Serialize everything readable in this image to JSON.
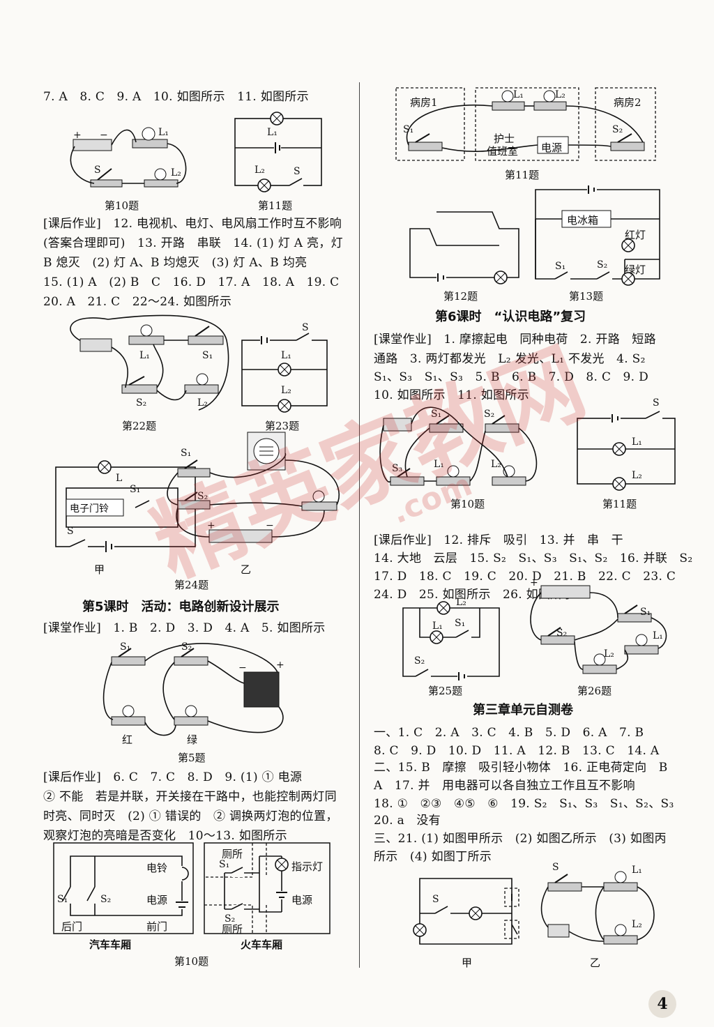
{
  "left": {
    "l1": "7. A　8. C　9. A　10. 如图所示　11. 如图所示",
    "cap10": "第10题",
    "cap11": "第11题",
    "l2": "[课后作业]　12. 电视机、电灯、电风扇工作时互不影响",
    "l3": "(答案合理即可)　13. 开路　串联　14. (1) 灯 A 亮，灯",
    "l4": "B 熄灭　(2) 灯 A、B 均熄灭　(3) 灯 A、B 均亮",
    "l5": "15. (1) A　(2) B　C　16. D　17. A　18. A　19. C",
    "l6": "20. A　21. C　22～24. 如图所示",
    "cap22": "第22题",
    "cap23": "第23题",
    "cap_jia": "甲",
    "cap_yi": "乙",
    "cap24": "第24题",
    "head5": "第5课时　活动：电路创新设计展示",
    "l7": "[课堂作业]　1. B　2. D　3. D　4. A　5. 如图所示",
    "cap5": "第5题",
    "red": "红",
    "green": "绿",
    "l8": "[课后作业]　6. C　7. C　8. D　9. (1) ① 电源",
    "l9": "② 不能　若是并联，开关接在干路中，也能控制两灯同",
    "l10": "时亮、同时灭　(2) ① 错误的　② 调换两灯泡的位置，",
    "l11": "观察灯泡的亮暗是否变化　10～13. 如图所示",
    "bell": "电铃",
    "power": "电源",
    "back_door": "后门",
    "front_door": "前门",
    "bus": "汽车车厢",
    "toilet": "厕所",
    "indicator": "指示灯",
    "train": "火车车厢",
    "cap10b": "第10题",
    "doorbell": "电子门铃"
  },
  "right": {
    "ward1": "病房1",
    "ward2": "病房2",
    "nurse1": "护士",
    "nurse2": "值班室",
    "power": "电源",
    "cap11": "第11题",
    "fridge": "电冰箱",
    "red_lamp": "红灯",
    "green_lamp": "绿灯",
    "cap12": "第12题",
    "cap13": "第13题",
    "head6": "第6课时　“认识电路”复习",
    "l1": "[课堂作业]　1. 摩擦起电　同种电荷　2. 开路　短路",
    "l2": "通路　3. 两灯都发光　L₂ 发光、L₁ 不发光　4. S₂",
    "l3": "S₁、S₃　S₁、S₃　5. B　6. B　7. D　8. C　9. D",
    "l4": "10. 如图所示　11. 如图所示",
    "cap10": "第10题",
    "cap11b": "第11题",
    "l5": "[课后作业]　12. 排斥　吸引　13. 并　串　干",
    "l6": "14. 大地　云层　15. S₂　S₁、S₃　S₁、S₂　16. 并联　S₂",
    "l7": "17. D　18. C　19. C　20. D　21. B　22. C　23. C",
    "l8": "24. D　25. 如图所示　26. 如图所示",
    "cap25": "第25题",
    "cap26": "第26题",
    "head_test": "第三章单元自测卷",
    "t1": "一、1. C　2. A　3. C　4. B　5. D　6. A　7. B",
    "t2": "8. C　9. D　10. D　11. A　12. B　13. C　14. A",
    "t3": "二、15. B　摩擦　吸引轻小物体　16. 正电荷定向　B",
    "t4": "A　17. 并　用电器可以各自独立工作且互不影响",
    "t5": "18. ①　②③　④⑤　⑥　19. S₂　S₁、S₃　S₁、S₂、S₃",
    "t6": "20. a　没有",
    "t7": "三、21. (1) 如图甲所示　(2) 如图乙所示　(3) 如图丙",
    "t8": "所示　(4) 如图丁所示",
    "cap_jia": "甲",
    "cap_yi": "乙"
  },
  "watermark": "精英家教网",
  "watermark_url": ".com",
  "page_number": "4"
}
